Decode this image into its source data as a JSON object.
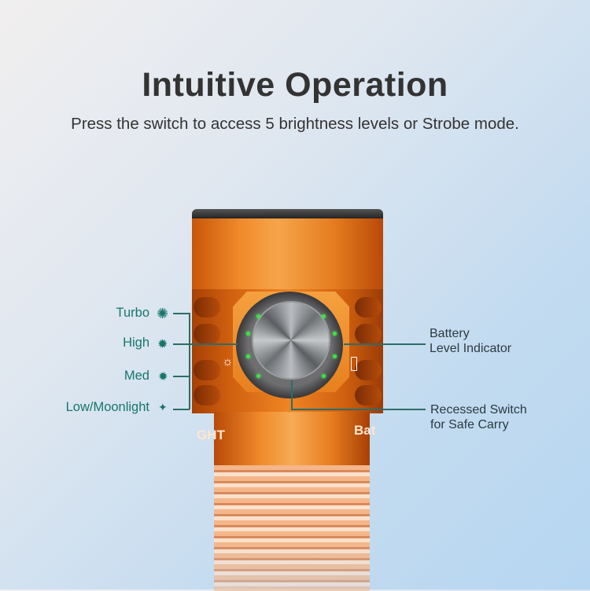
{
  "header": {
    "title": "Intuitive Operation",
    "subtitle": "Press the switch to access 5 brightness levels or Strobe mode."
  },
  "brightness_levels": [
    {
      "label": "Turbo",
      "icon": "sun-large-icon"
    },
    {
      "label": "High",
      "icon": "sun-icon"
    },
    {
      "label": "Med",
      "icon": "sun-small-icon"
    },
    {
      "label": "Low/Moonlight",
      "icon": "sun-tiny-icon"
    }
  ],
  "callouts": {
    "battery": [
      "Battery",
      "Level Indicator"
    ],
    "switch": [
      "Recessed Switch",
      "for Safe Carry"
    ]
  },
  "engraving": {
    "left": "GHT",
    "right": "Bat"
  },
  "colors": {
    "accent": "#17766b",
    "body": "#ee8424",
    "led": "#3fe04a"
  }
}
